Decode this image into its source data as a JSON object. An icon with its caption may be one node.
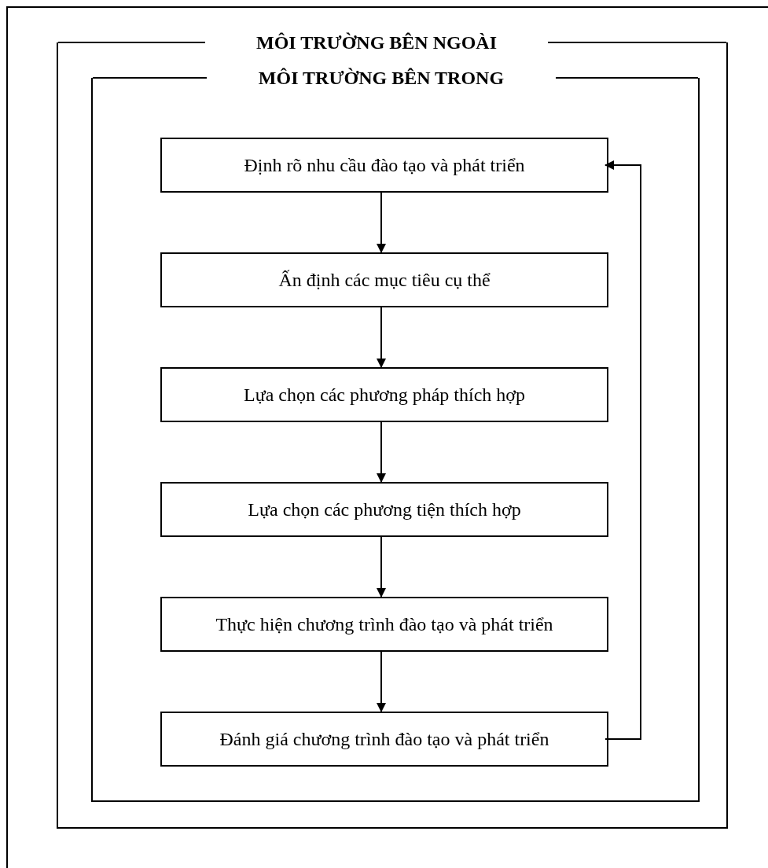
{
  "diagram": {
    "nodes": [
      {
        "text": [
          "MÔI TRƯỜNG BÊN NGOÀI"
        ]
      },
      {
        "text": [
          "MÔI TRƯỜNG BÊN TRONG"
        ],
        "in": 0
      },
      {
        "text": [
          "Định rõ nhu cầu đào tạo và phát triển"
        ],
        "in": 1
      },
      {
        "text": [
          "Ấn định các mục tiêu cụ thể"
        ],
        "in": 1
      },
      {
        "text": [
          "Lựa chọn các phương pháp thích hợp"
        ],
        "in": 1
      },
      {
        "text": [
          "Lựa chọn các phương tiện thích hợp"
        ],
        "in": 1
      },
      {
        "text": [
          "Thực hiện chương trình đào tạo và phát triển"
        ],
        "in": 1
      },
      {
        "text": [
          "Đánh giá chương trình đào tạo và phát triển"
        ],
        "in": 1
      }
    ],
    "edges": [
      {
        "from": 2,
        "to": 3,
        "arrow": "to"
      },
      {
        "from": 3,
        "to": 4,
        "arrow": "to"
      },
      {
        "from": 4,
        "to": 5,
        "arrow": "to"
      },
      {
        "from": 5,
        "to": 6,
        "arrow": "to"
      },
      {
        "from": 6,
        "to": 7,
        "arrow": "to"
      },
      {
        "from": 7,
        "to": 2,
        "arrow": "to"
      }
    ]
  }
}
